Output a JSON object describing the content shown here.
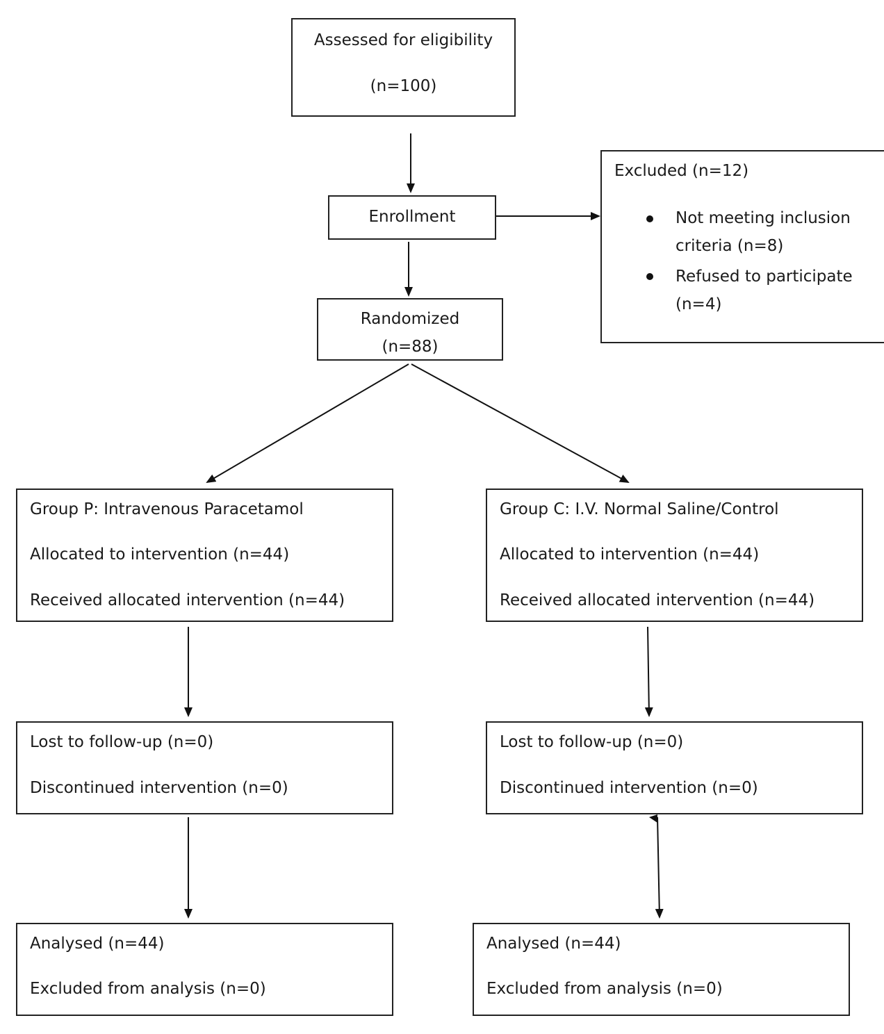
{
  "assessed": {
    "title": "Assessed for eligibility",
    "count": "(n=100)"
  },
  "enrollment": {
    "label": "Enrollment"
  },
  "excluded": {
    "title": "Excluded (n=12)",
    "items": [
      {
        "line1": "Not meeting inclusion",
        "line2": "criteria (n=8)"
      },
      {
        "line1": "Refused to participate",
        "line2": "(n=4)"
      }
    ]
  },
  "randomized": {
    "title": "Randomized",
    "count": "(n=88)"
  },
  "group_p": {
    "title": "Group P:  Intravenous Paracetamol",
    "allocated": "Allocated to intervention (n=44)",
    "received": "Received allocated intervention (n=44)",
    "lost": "Lost to follow-up (n=0)",
    "discontinued": "Discontinued intervention (n=0)",
    "analysed": "Analysed (n=44)",
    "excluded_analysis": "Excluded from analysis (n=0)"
  },
  "group_c": {
    "title": "Group C: I.V. Normal Saline/Control",
    "allocated": "Allocated to intervention (n=44)",
    "received": "Received allocated intervention (n=44)",
    "lost": "Lost to follow-up (n=0)",
    "discontinued": "Discontinued intervention (n=0)",
    "analysed": "Analysed (n=44)",
    "excluded_analysis": "Excluded from analysis (n=0)"
  }
}
